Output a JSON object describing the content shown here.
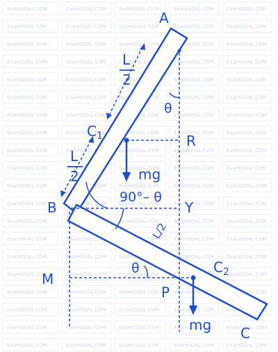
{
  "colors": {
    "ink": "#1f4fd1",
    "background": "#ffffff",
    "watermark_grid": "#e7ecf5",
    "watermark_text": "#cfd6e6"
  },
  "watermark": {
    "text": "ExamGOAL.COM"
  },
  "labels": {
    "point_a": "A",
    "point_b": "B",
    "point_c": "C",
    "point_c1": "C",
    "point_c1_sub": "1",
    "point_c2": "C",
    "point_c2_sub": "2",
    "point_r": "R",
    "point_y": "Y",
    "point_m": "M",
    "point_p": "P",
    "half_length_numerator": "L",
    "half_length_denominator": "2",
    "half_length_lower_numerator": "L",
    "half_length_lower_denominator": "2",
    "half_length_slanted": "L/2",
    "theta_top": "θ",
    "theta_bottom": "θ",
    "angle_complement": "90°– θ",
    "weight_upper": "mg",
    "weight_lower": "mg"
  }
}
